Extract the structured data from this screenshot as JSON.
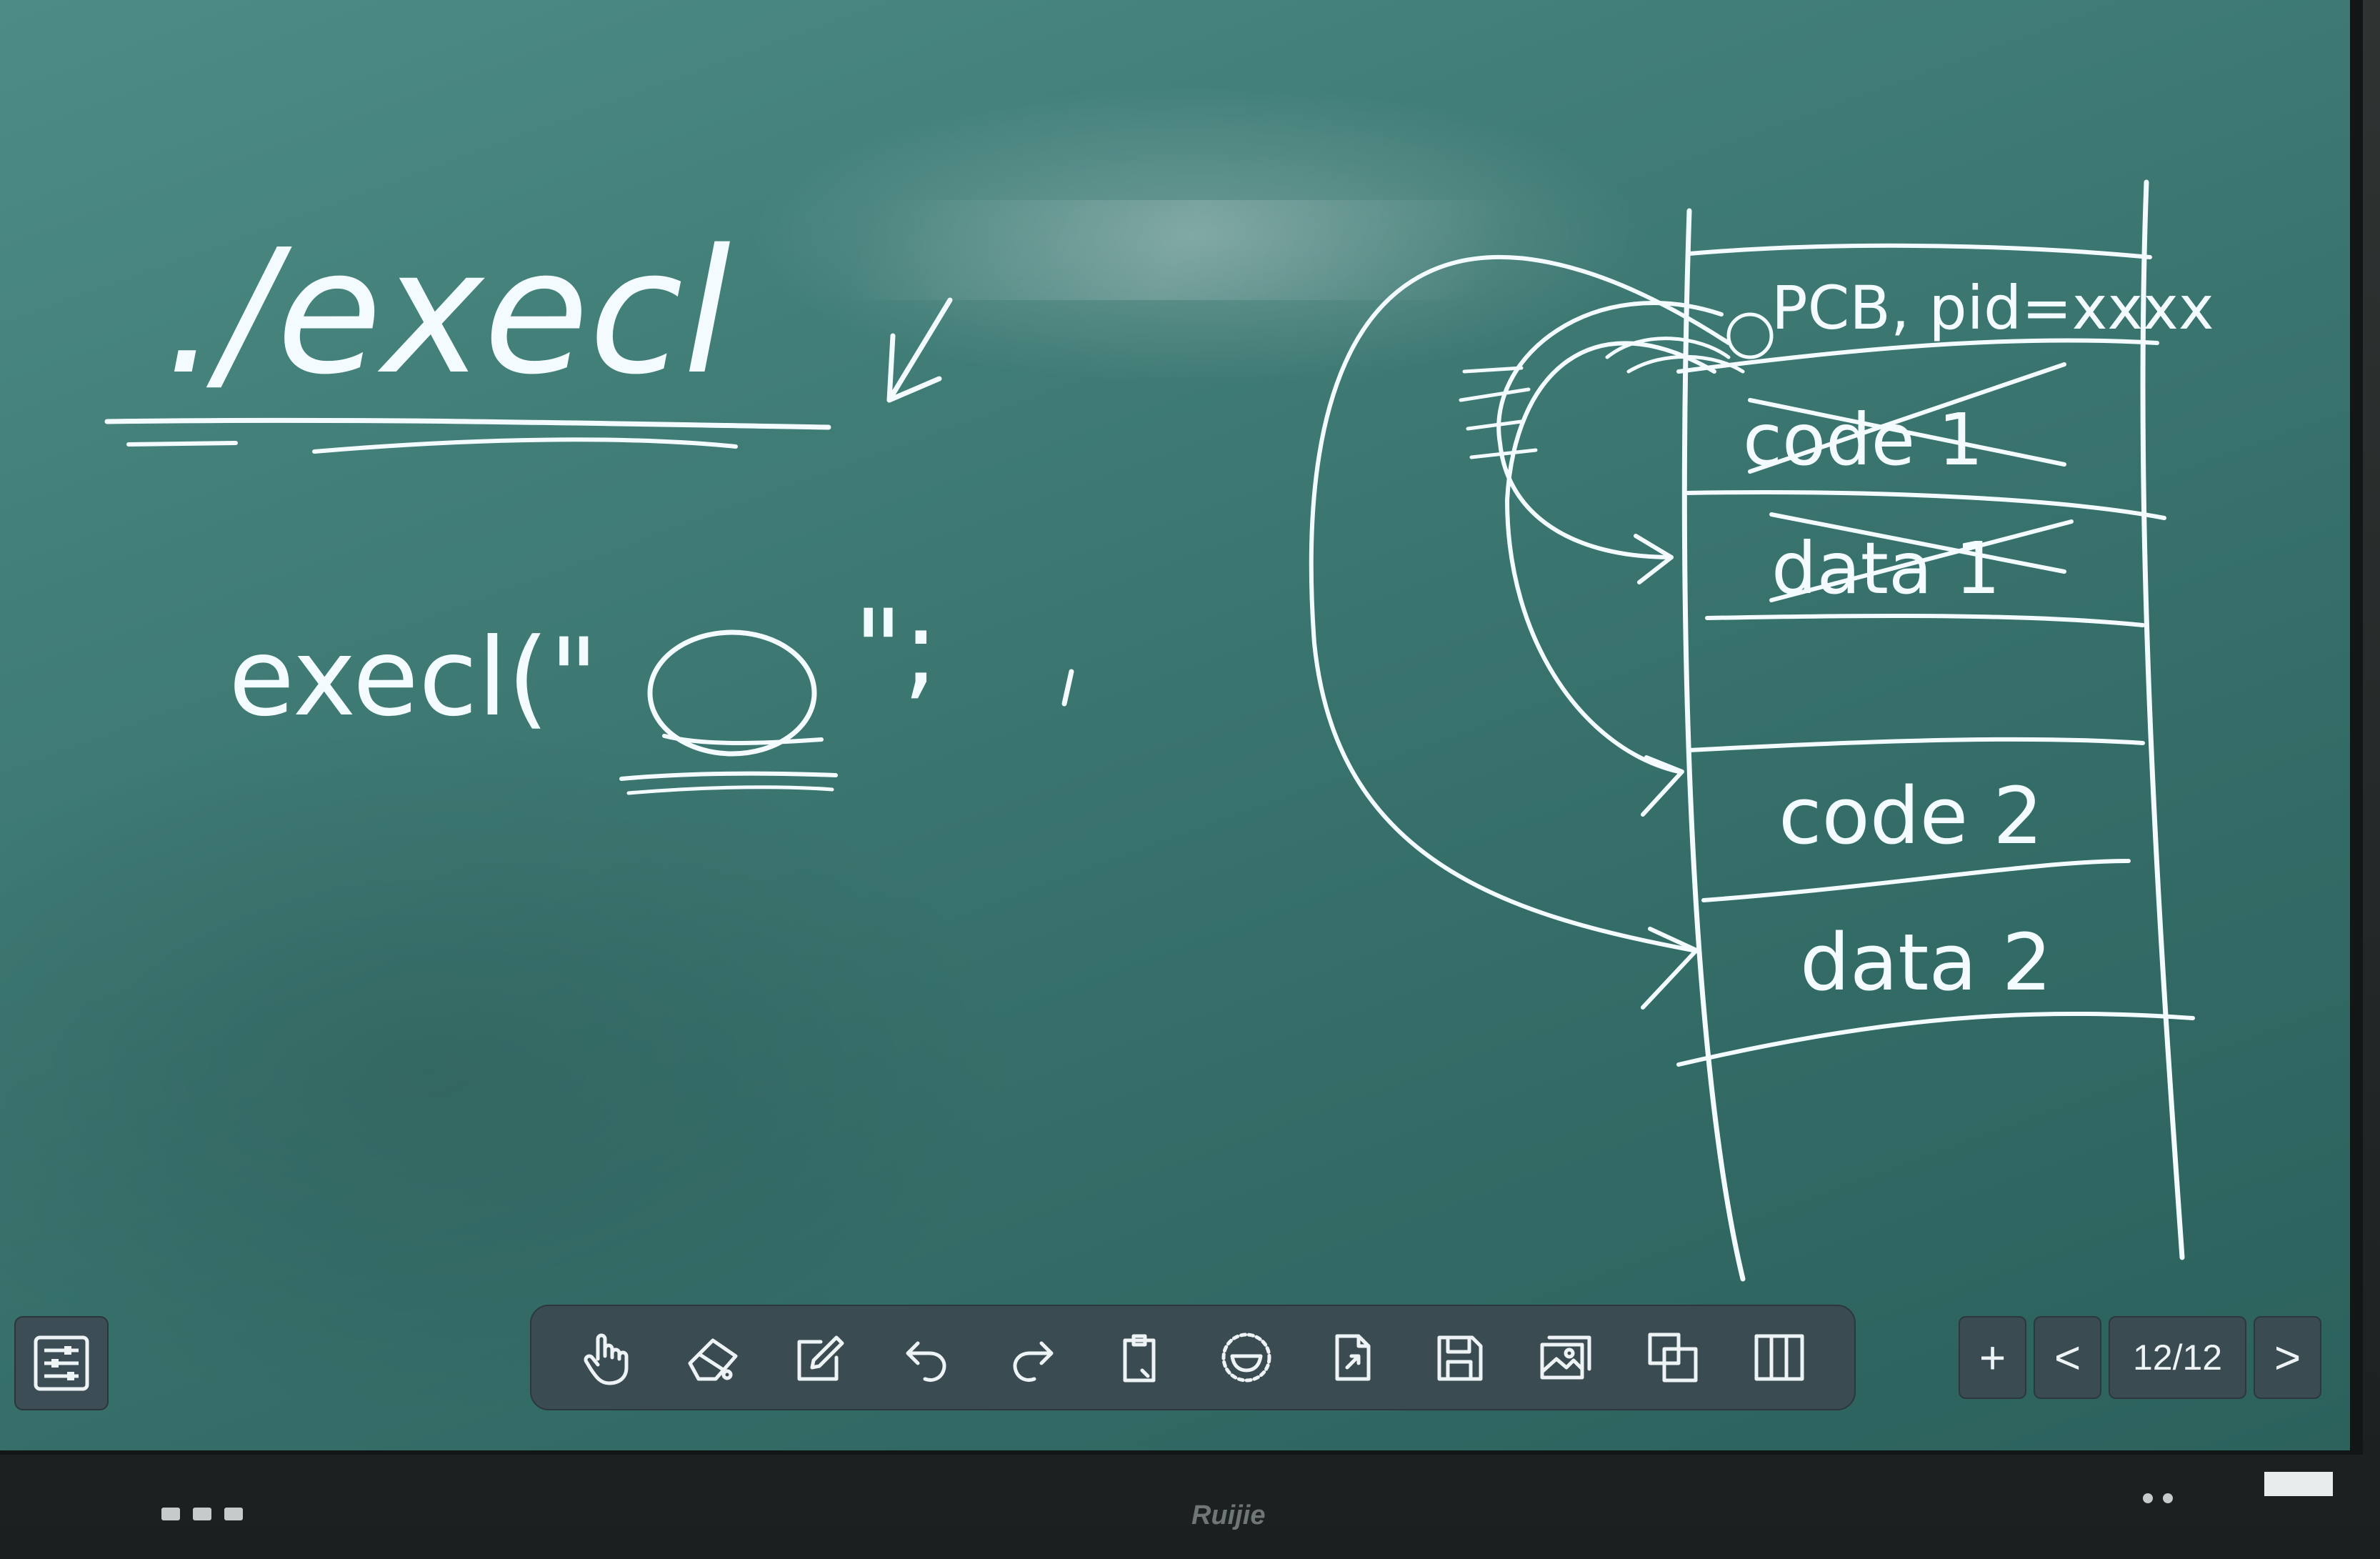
{
  "whiteboard": {
    "ink_color": "#f3fbff",
    "board_color": "#3f7a74",
    "left_notes": {
      "command": "./execl",
      "call": "execl(\"",
      "call_tail": "\";"
    },
    "memory_diagram": {
      "header": "PCB, pid=xxxx",
      "blocks": [
        "code 1",
        "data 1",
        "",
        "code 2",
        "data 2"
      ]
    }
  },
  "toolbar": {
    "settings_icon": "settings-sliders-icon",
    "tools": [
      {
        "name": "hand-tool",
        "icon": "hand-icon"
      },
      {
        "name": "eraser-tool",
        "icon": "eraser-icon"
      },
      {
        "name": "pen-tool",
        "icon": "pen-icon"
      },
      {
        "name": "undo",
        "icon": "undo-icon"
      },
      {
        "name": "redo",
        "icon": "redo-icon"
      },
      {
        "name": "clipboard-tool",
        "icon": "clipboard-icon"
      },
      {
        "name": "record-tool",
        "icon": "record-icon"
      },
      {
        "name": "export-tool",
        "icon": "export-icon"
      },
      {
        "name": "save-tool",
        "icon": "save-icon"
      },
      {
        "name": "image-tool",
        "icon": "image-icon"
      },
      {
        "name": "layer-tool",
        "icon": "layers-icon"
      },
      {
        "name": "panel-tool",
        "icon": "columns-icon"
      }
    ],
    "pages": {
      "add": "+",
      "prev": "<",
      "indicator": "12/12",
      "next": ">"
    }
  },
  "brand": "Ruijie"
}
